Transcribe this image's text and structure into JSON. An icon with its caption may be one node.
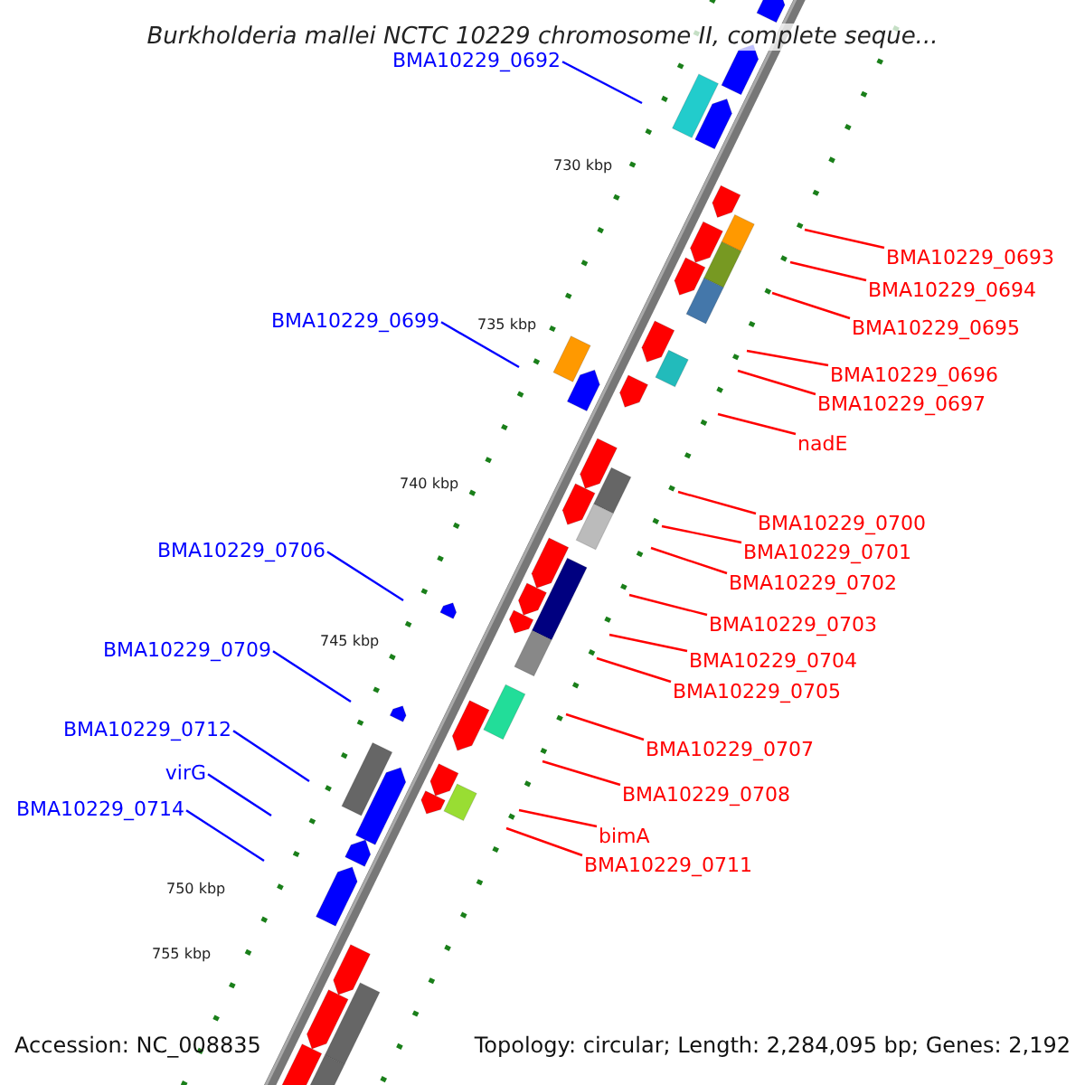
{
  "diagram": {
    "title": "Burkholderia mallei NCTC 10229 chromosome II, complete seque...",
    "nodes": [
      {
        "text": [
          "BMA10229_0692"
        ]
      },
      {
        "text": [
          "BMA10229_0693"
        ]
      },
      {
        "text": [
          "BMA10229_0694"
        ]
      },
      {
        "text": [
          "BMA10229_0699"
        ]
      },
      {
        "text": [
          "BMA10229_0695"
        ]
      },
      {
        "text": [
          "BMA10229_0696"
        ]
      },
      {
        "text": [
          "BMA10229_0697"
        ]
      },
      {
        "text": [
          "nadE"
        ]
      },
      {
        "text": [
          "BMA10229_0700"
        ]
      },
      {
        "text": [
          "BMA10229_0706"
        ]
      },
      {
        "text": [
          "BMA10229_0701"
        ]
      },
      {
        "text": [
          "BMA10229_0702"
        ]
      },
      {
        "text": [
          "BMA10229_0703"
        ]
      },
      {
        "text": [
          "BMA10229_0709"
        ]
      },
      {
        "text": [
          "BMA10229_0704"
        ]
      },
      {
        "text": [
          "BMA10229_0705"
        ]
      },
      {
        "text": [
          "BMA10229_0712"
        ]
      },
      {
        "text": [
          "BMA10229_0707"
        ]
      },
      {
        "text": [
          "virG"
        ]
      },
      {
        "text": [
          "BMA10229_0708"
        ]
      },
      {
        "text": [
          "BMA10229_0714"
        ]
      },
      {
        "text": [
          "bimA"
        ]
      },
      {
        "text": [
          "BMA10229_0711"
        ]
      }
    ],
    "edges": [
      {
        "from": 0,
        "to": null,
        "arrow": "none",
        "color": "#0000ff"
      },
      {
        "from": 1,
        "to": null,
        "arrow": "none"
      },
      {
        "from": 2,
        "to": null,
        "arrow": "none"
      },
      {
        "from": 3,
        "to": null,
        "arrow": "none",
        "color": "#0000ff"
      },
      {
        "from": 4,
        "to": null,
        "arrow": "none"
      },
      {
        "from": 5,
        "to": null,
        "arrow": "none"
      },
      {
        "from": 6,
        "to": null,
        "arrow": "none"
      },
      {
        "from": 7,
        "to": null,
        "arrow": "none"
      },
      {
        "from": 8,
        "to": null,
        "arrow": "none"
      },
      {
        "from": 9,
        "to": null,
        "arrow": "none",
        "color": "#0000ff"
      },
      {
        "from": 10,
        "to": null,
        "arrow": "none"
      },
      {
        "from": 11,
        "to": null,
        "arrow": "none"
      },
      {
        "from": 12,
        "to": null,
        "arrow": "none"
      },
      {
        "from": 13,
        "to": null,
        "arrow": "none",
        "color": "#0000ff"
      },
      {
        "from": 14,
        "to": null,
        "arrow": "none"
      },
      {
        "from": 15,
        "to": null,
        "arrow": "none"
      },
      {
        "from": 16,
        "to": null,
        "arrow": "none",
        "color": "#0000ff"
      },
      {
        "from": 17,
        "to": null,
        "arrow": "none"
      },
      {
        "from": 18,
        "to": null,
        "arrow": "none",
        "color": "#0000ff"
      },
      {
        "from": 19,
        "to": null,
        "arrow": "none"
      },
      {
        "from": 20,
        "to": null,
        "arrow": "none",
        "color": "#0000ff"
      },
      {
        "from": 21,
        "to": null,
        "arrow": "none"
      },
      {
        "from": 22,
        "to": null,
        "arrow": "none"
      }
    ],
    "labels": [
      "730 kbp",
      "735 kbp",
      "740 kbp",
      "745 kbp",
      "750 kbp",
      "755 kbp",
      "Accession: NC_008835",
      "Topology: circular; Length: 2,284,095 bp; Genes: 2,192"
    ]
  }
}
